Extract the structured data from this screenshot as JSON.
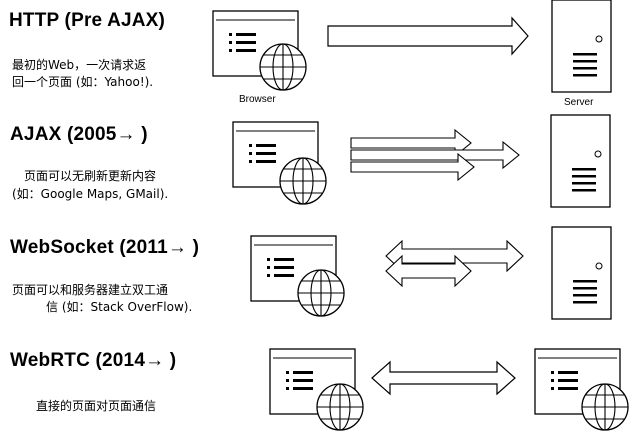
{
  "sections": [
    {
      "title": "HTTP (Pre AJAX)",
      "desc": [
        "最初的Web，一次请求返",
        "回一个页面 (如：Yahoo!)."
      ]
    },
    {
      "title": "AJAX (2005→ )",
      "desc": [
        "页面可以无刷新更新内容",
        "(如：Google Maps, GMail)."
      ]
    },
    {
      "title": "WebSocket (2011→ )",
      "desc": [
        "页面可以和服务器建立双工通",
        "信 (如：Stack OverFlow)."
      ]
    },
    {
      "title": "WebRTC (2014→ )",
      "desc": [
        "直接的页面对页面通信"
      ]
    }
  ],
  "labels": {
    "browser": "Browser",
    "server": "Server"
  }
}
